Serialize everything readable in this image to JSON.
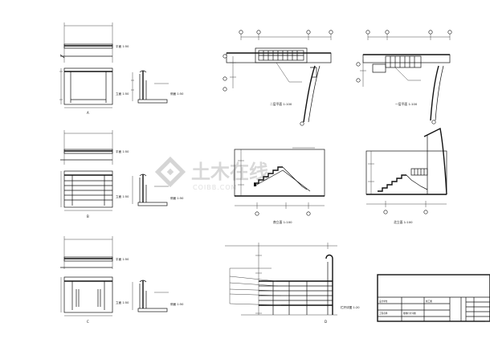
{
  "watermark": {
    "brand_cn": "土木在线",
    "brand_en": "COIBB.COM"
  },
  "labels": {
    "plan_label": "平面 1:50",
    "elev_label": "立面 1:50",
    "side_label": "侧面 1:50",
    "tag_a": "A",
    "tag_b": "B",
    "tag_c": "C",
    "tag_d": "D",
    "stair2_plan": "二层平面 1:100",
    "stair1_plan": "一层平面 1:100",
    "elev_1": "南立面 1:100",
    "elev_2": "北立面 1:100",
    "detail_title": "栏杆详图 1:20"
  },
  "title_block": {
    "project": "工程名称",
    "drawing": "楼梯栏杆详图",
    "company": "设计单位",
    "phase": "施工图"
  },
  "colors": {
    "ink": "#111111",
    "paper": "#ffffff",
    "watermark": "#d8d8d8"
  }
}
